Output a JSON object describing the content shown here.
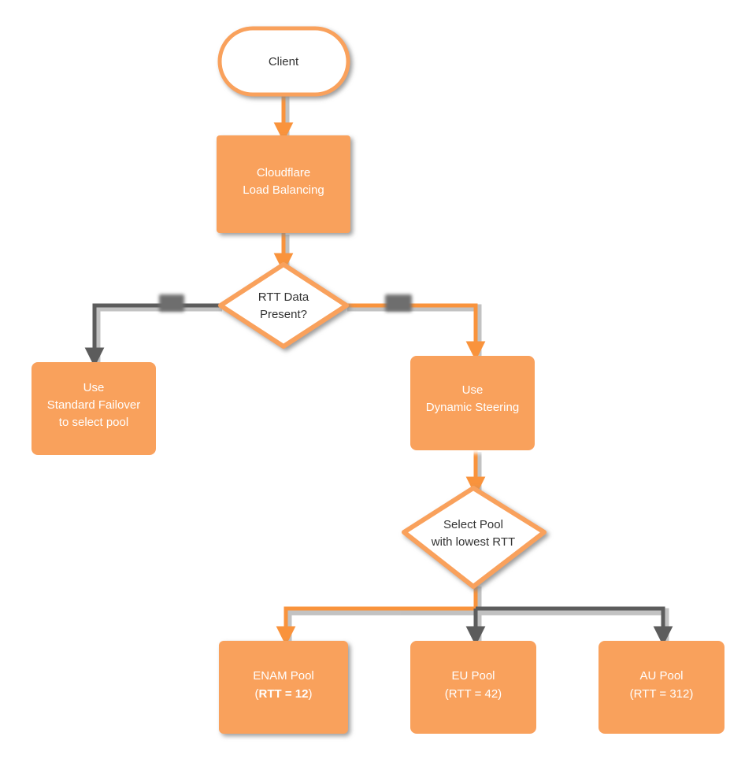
{
  "diagram": {
    "title": "Cloudflare Load Balancing RTT steering flow",
    "background": "#ffffff",
    "colors": {
      "accent_orange": "#f9a15c",
      "node_fill_orange": "#f9a15c",
      "node_fill_white": "#ffffff",
      "edge_gray": "#5c5c5c",
      "edge_orange": "#f9933c",
      "text_dark": "#333333",
      "text_light": "#ffffff",
      "shadow_gray": "#9a9a9a"
    },
    "nodes": [
      {
        "id": "client",
        "shape": "stadium",
        "fill": "white",
        "lines": [
          "Client"
        ]
      },
      {
        "id": "cloudflare-load-balancing",
        "shape": "rect",
        "fill": "orange",
        "lines": [
          "Cloudflare",
          "Load Balancing"
        ]
      },
      {
        "id": "rtt-data-present",
        "shape": "diamond",
        "fill": "white",
        "lines": [
          "RTT Data",
          "Present?"
        ]
      },
      {
        "id": "use-standard-failover",
        "shape": "rect",
        "fill": "orange",
        "lines": [
          "Use",
          "Standard Failover",
          "to select pool"
        ]
      },
      {
        "id": "use-dynamic-steering",
        "shape": "rect",
        "fill": "orange",
        "lines": [
          "Use",
          "Dynamic Steering"
        ]
      },
      {
        "id": "select-pool-lowest-rtt",
        "shape": "diamond",
        "fill": "white",
        "lines": [
          "Select Pool",
          "with lowest RTT"
        ]
      },
      {
        "id": "enam-pool",
        "shape": "rect",
        "fill": "orange",
        "lines": [
          "ENAM Pool",
          "(RTT = 12)"
        ],
        "emphasis": "bold"
      },
      {
        "id": "eu-pool",
        "shape": "rect",
        "fill": "orange",
        "lines": [
          "EU Pool",
          "(RTT = 42)"
        ]
      },
      {
        "id": "au-pool",
        "shape": "rect",
        "fill": "orange",
        "lines": [
          "AU Pool",
          "(RTT = 312)"
        ]
      }
    ],
    "edges": [
      {
        "id": "client-to-lb",
        "from": "client",
        "to": "cloudflare-load-balancing",
        "color": "orange",
        "label": ""
      },
      {
        "id": "lb-to-rtt-check",
        "from": "cloudflare-load-balancing",
        "to": "rtt-data-present",
        "color": "orange",
        "label": ""
      },
      {
        "id": "rtt-check-to-failover",
        "from": "rtt-data-present",
        "to": "use-standard-failover",
        "color": "gray",
        "label": "",
        "label_redacted": true
      },
      {
        "id": "rtt-check-to-steering",
        "from": "rtt-data-present",
        "to": "use-dynamic-steering",
        "color": "orange",
        "label": "",
        "label_redacted": true
      },
      {
        "id": "steering-to-select",
        "from": "use-dynamic-steering",
        "to": "select-pool-lowest-rtt",
        "color": "orange",
        "label": ""
      },
      {
        "id": "select-to-enam",
        "from": "select-pool-lowest-rtt",
        "to": "enam-pool",
        "color": "orange",
        "label": ""
      },
      {
        "id": "select-to-eu",
        "from": "select-pool-lowest-rtt",
        "to": "eu-pool",
        "color": "gray",
        "label": ""
      },
      {
        "id": "select-to-au",
        "from": "select-pool-lowest-rtt",
        "to": "au-pool",
        "color": "gray",
        "label": ""
      }
    ]
  },
  "text": {
    "client": "Client",
    "cloudflare_l1": "Cloudflare",
    "cloudflare_l2": "Load Balancing",
    "rtt_check_l1": "RTT Data",
    "rtt_check_l2": "Present?",
    "failover_l1": "Use",
    "failover_l2": "Standard Failover",
    "failover_l3": "to select pool",
    "steering_l1": "Use",
    "steering_l2": "Dynamic Steering",
    "select_l1": "Select Pool",
    "select_l2": "with lowest RTT",
    "enam_l1": "ENAM Pool",
    "enam_rtt_bold": "RTT = 12",
    "enam_paren_open": "(",
    "enam_paren_close": ")",
    "eu_l1": "EU Pool",
    "eu_l2": "(RTT = 42)",
    "au_l1": "AU Pool",
    "au_l2": "(RTT = 312)"
  }
}
